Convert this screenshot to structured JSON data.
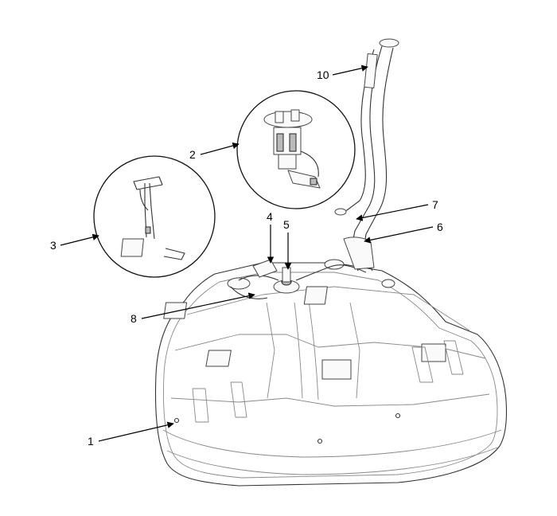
{
  "callouts": [
    {
      "id": "1",
      "label": "1"
    },
    {
      "id": "2",
      "label": "2"
    },
    {
      "id": "3",
      "label": "3"
    },
    {
      "id": "4",
      "label": "4"
    },
    {
      "id": "5",
      "label": "5"
    },
    {
      "id": "6",
      "label": "6"
    },
    {
      "id": "7",
      "label": "7"
    },
    {
      "id": "8",
      "label": "8"
    },
    {
      "id": "10",
      "label": "10"
    }
  ]
}
